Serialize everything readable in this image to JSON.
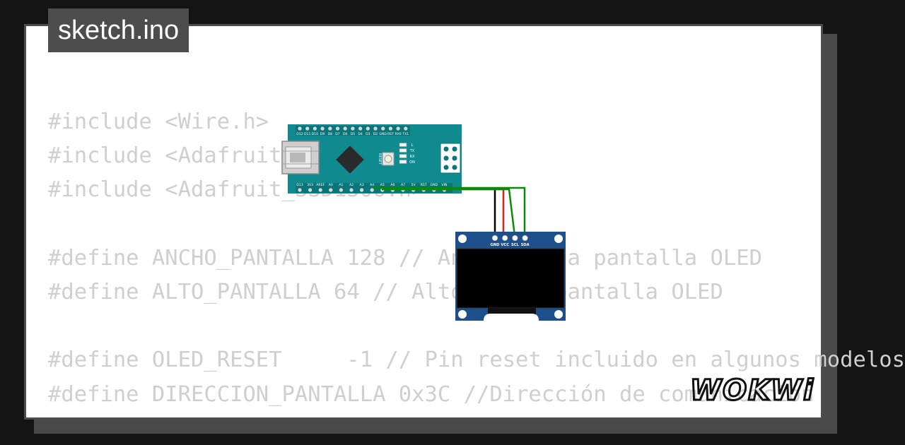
{
  "title": "sketch.ino",
  "code_lines": [
    "#include <Wire.h>",
    "#include <Adafruit_GFX.h>",
    "#include <Adafruit_SSD1306.h>",
    "",
    "#define ANCHO_PANTALLA 128 // Ancho de la pantalla OLED",
    "#define ALTO_PANTALLA 64 // Alto de la pantalla OLED",
    "",
    "#define OLED_RESET     -1 // Pin reset incluido en algunos modelos",
    "#define DIRECCION_PANTALLA 0x3C //Dirección de comunicación"
  ],
  "nano": {
    "top_pins": [
      "D12",
      "D11",
      "D10",
      "D9",
      "D8",
      "D7",
      "D6",
      "D5",
      "D4",
      "D3",
      "D2",
      "GND",
      "RST",
      "RX0",
      "TX1"
    ],
    "bottom_pins": [
      "D13",
      "3V3",
      "AREF",
      "A0",
      "A1",
      "A2",
      "A3",
      "A4",
      "A5",
      "A6",
      "A7",
      "5V",
      "RST",
      "GND",
      "VIN"
    ],
    "leds": [
      "L",
      "TX",
      "RX",
      "ON"
    ],
    "reset_label": "RESET",
    "board_color": "#0f8a8f"
  },
  "oled": {
    "pins": [
      "GND",
      "VCC",
      "SCL",
      "SDA"
    ],
    "board_color": "#1d4f8a"
  },
  "wires": {
    "gnd_color": "#000000",
    "vcc_color": "#e81a1a",
    "scl_color": "#0a8a0a",
    "sda_color": "#0a8a0a"
  },
  "logo": "WOKWi"
}
